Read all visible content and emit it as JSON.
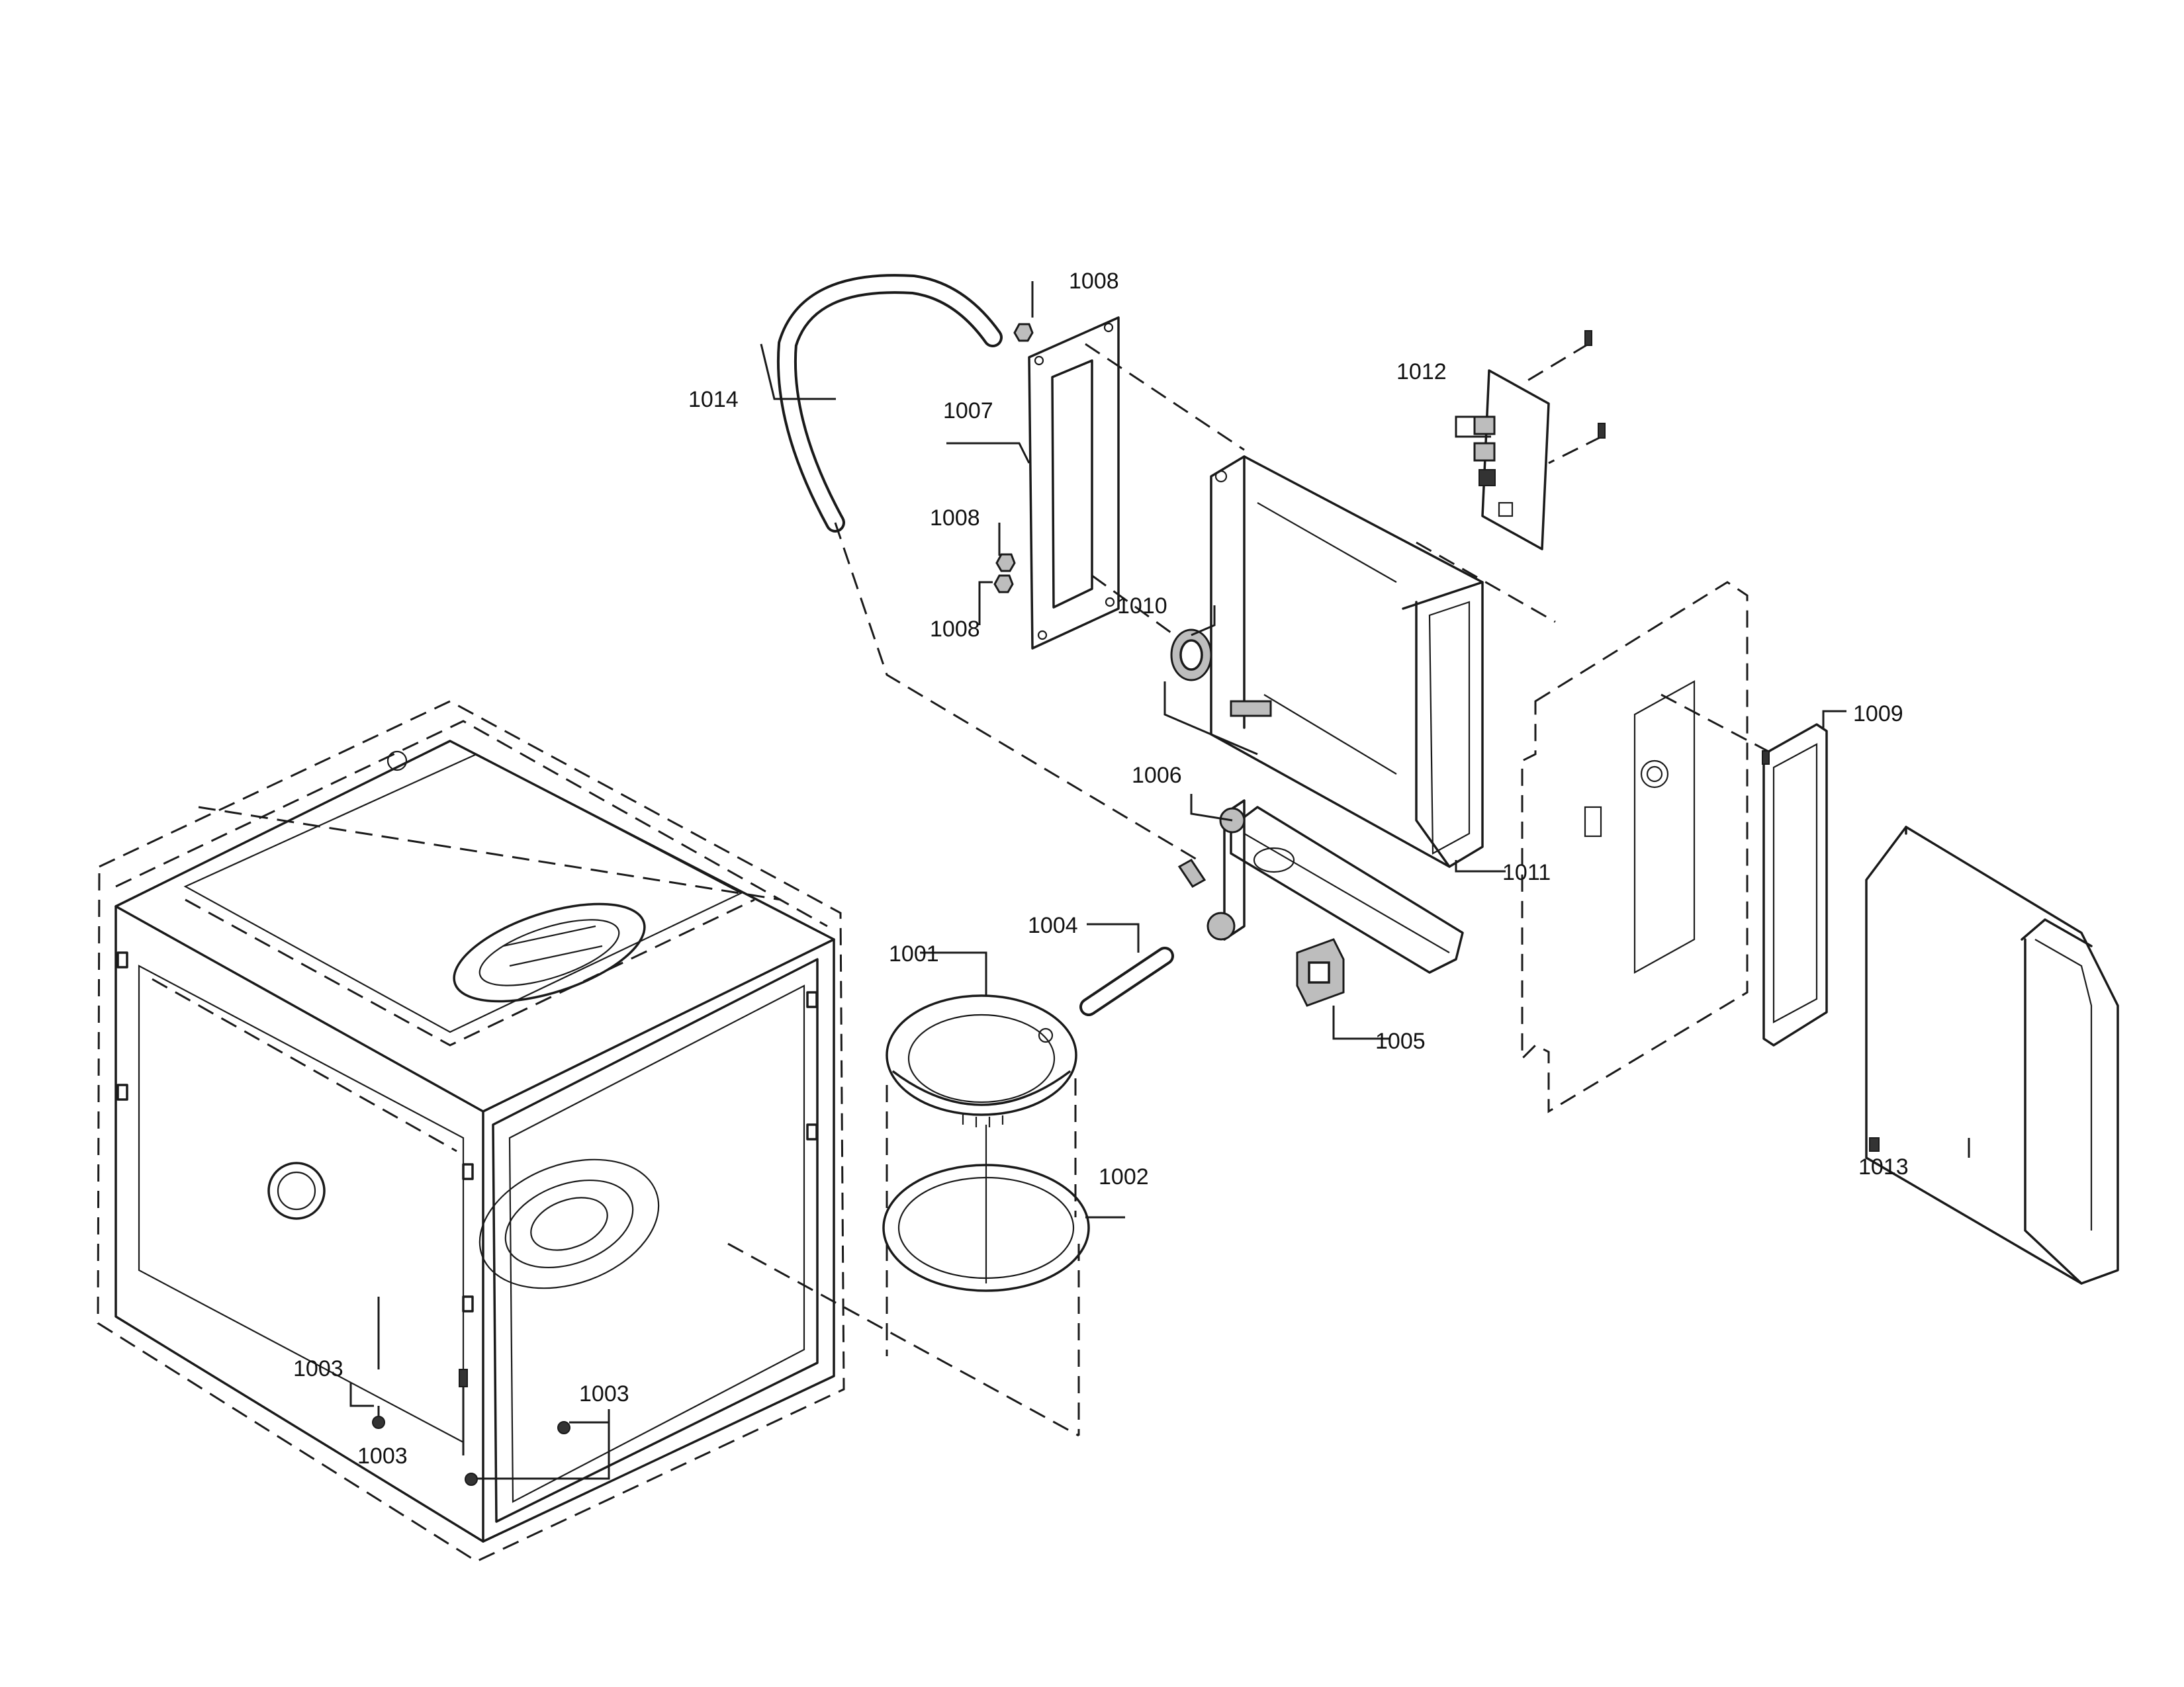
{
  "callouts": {
    "c1001": "1001",
    "c1002": "1002",
    "c1003a": "1003",
    "c1003b": "1003",
    "c1003c": "1003",
    "c1004": "1004",
    "c1005": "1005",
    "c1006": "1006",
    "c1007": "1007",
    "c1008a": "1008",
    "c1008b": "1008",
    "c1008c": "1008",
    "c1009": "1009",
    "c1010": "1010",
    "c1011": "1011",
    "c1012": "1012",
    "c1013": "1013",
    "c1014": "1014"
  }
}
